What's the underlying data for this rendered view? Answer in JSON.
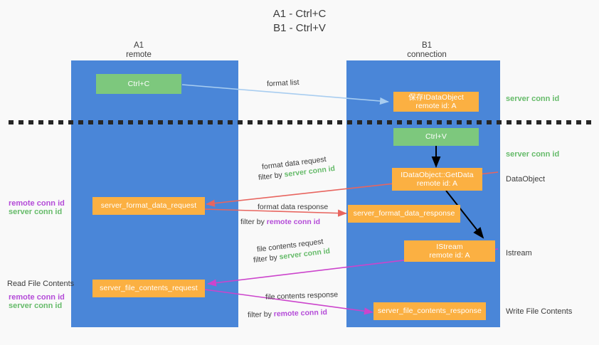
{
  "title": "A1 - Ctrl+C\nB1 - Ctrl+V",
  "columns": [
    {
      "name": "a1",
      "header": "A1\nremote"
    },
    {
      "name": "b1",
      "header": "B1\nconnection"
    }
  ],
  "boxes": {
    "ctrl_c": "Ctrl+C",
    "ctrl_v": "Ctrl+V",
    "save_idataobject": "保存IDataObject\nremote id: A",
    "idataobject_getdata": "IDataObject::GetData\nremote id: A",
    "istream": "IStream\nremote id: A",
    "server_format_data_request": "server_format_data_request",
    "server_format_data_response": "server_format_data_response",
    "server_file_contents_request": "server_file_contents_request",
    "server_file_contents_response": "server_file_contents_response"
  },
  "right_labels": {
    "server_conn_id_top": "server conn id",
    "server_conn_id_mid": "server conn id",
    "dataobject": "DataObject",
    "istream": "Istream",
    "write_file_contents": "Write File Contents"
  },
  "left_labels": {
    "format_remote_conn_id": "remote conn id",
    "format_server_conn_id": "server conn id",
    "read_file_contents": "Read File Contents",
    "file_remote_conn_id": "remote conn id",
    "file_server_conn_id": "server conn id"
  },
  "annotations": {
    "format_list": "format list",
    "format_data_request": "format data request",
    "format_data_request_filter_prefix": "filter by ",
    "format_data_request_filter_value": "server conn id",
    "format_data_response": "format data response",
    "format_data_response_filter_prefix": "filter by ",
    "format_data_response_filter_value": "remote conn id",
    "file_contents_request": "file contents request",
    "file_contents_request_filter_prefix": "filter by ",
    "file_contents_request_filter_value": "server conn id",
    "file_contents_response": "file contents response",
    "file_contents_response_filter_prefix": "filter by ",
    "file_contents_response_filter_value": "remote conn id"
  },
  "colors": {
    "lane": "#4a86d8",
    "green_box": "#7dc87d",
    "orange_box": "#fbb042",
    "arrow_light_blue": "#a8cdf0",
    "arrow_red": "#e8655f",
    "arrow_magenta": "#cc44cc",
    "arrow_black": "#000000",
    "dashed_line": "#262626",
    "green_text": "#66bb6a",
    "purple_text": "#b44bd8",
    "background": "#f9f9f9"
  }
}
